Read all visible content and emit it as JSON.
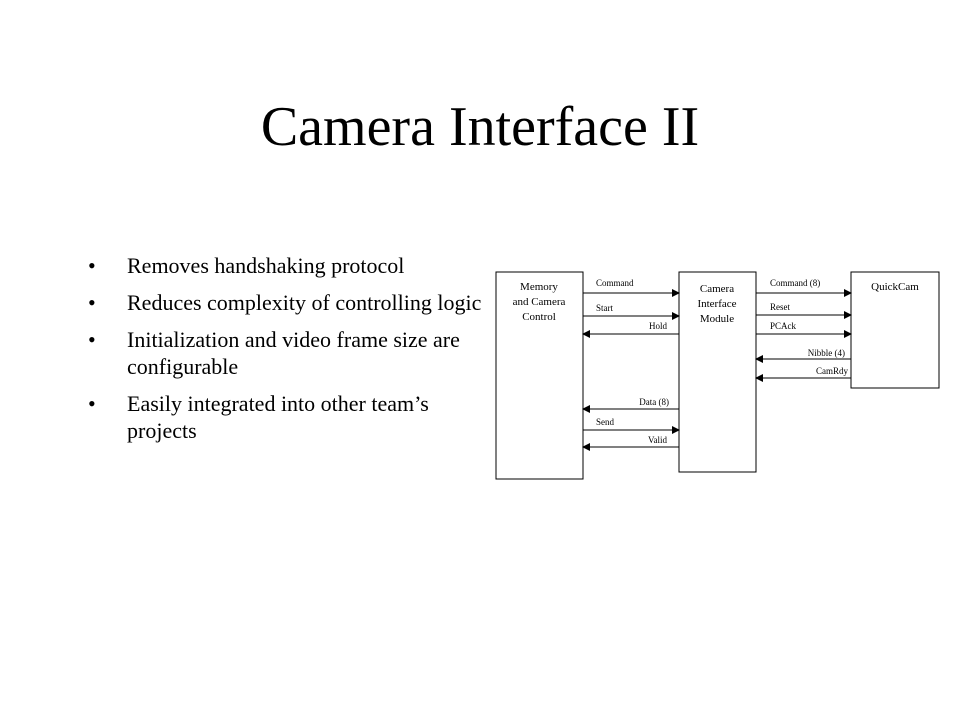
{
  "slide": {
    "title": "Camera Interface II",
    "bullets": [
      {
        "text": "Removes handshaking protocol"
      },
      {
        "text": "Reduces complexity of controlling logic"
      },
      {
        "text": "Initialization and video frame size are configurable"
      },
      {
        "text": "Easily integrated into other team’s projects"
      }
    ]
  },
  "diagram": {
    "boxes": {
      "memory": {
        "lines": [
          "Memory",
          "and Camera",
          "Control"
        ]
      },
      "camera": {
        "lines": [
          "Camera",
          "Interface",
          "Module"
        ]
      },
      "quickcam": {
        "lines": [
          "QuickCam"
        ]
      }
    },
    "signals": {
      "command": "Command",
      "start": "Start",
      "hold": "Hold",
      "data": "Data (8)",
      "send": "Send",
      "valid": "Valid",
      "command8": "Command (8)",
      "reset": "Reset",
      "pcack": "PCAck",
      "nibble": "Nibble (4)",
      "camrdy": "CamRdy"
    }
  }
}
